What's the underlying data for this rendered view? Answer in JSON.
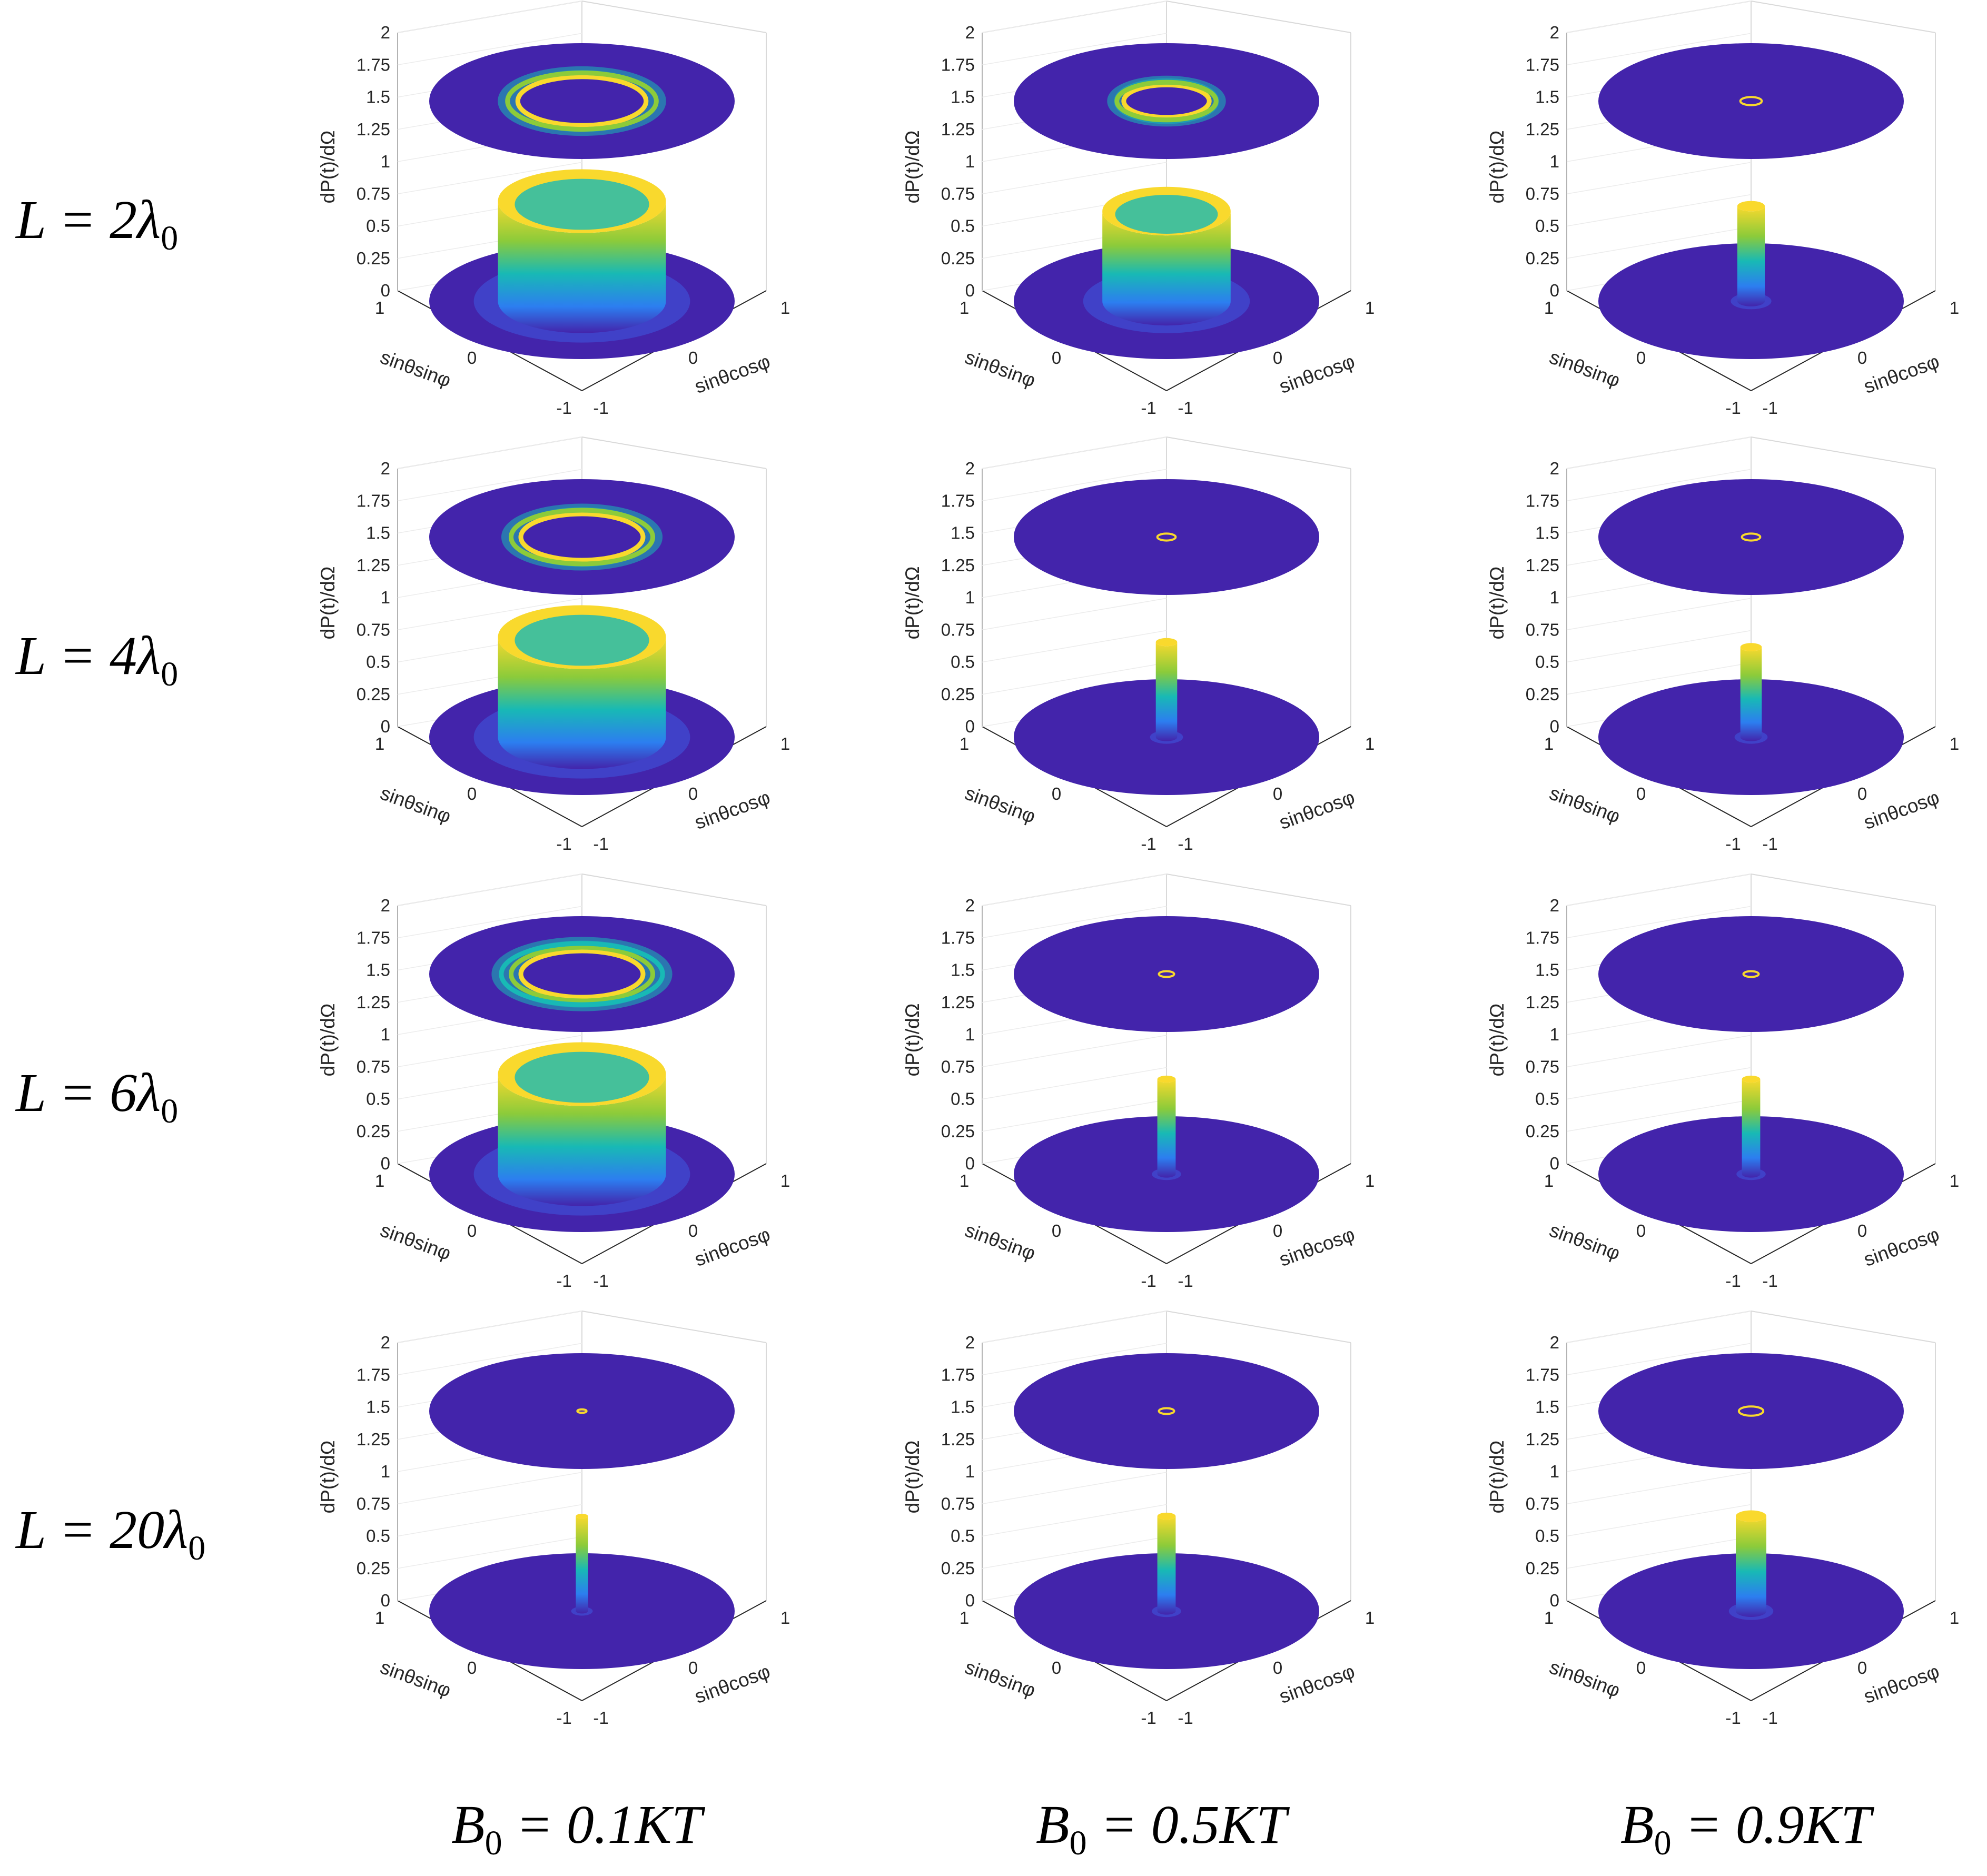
{
  "chart_data": {
    "type": "surface3d",
    "colormap": "parula",
    "xlabel": "sinθcosφ",
    "ylabel": "sinθsinφ",
    "zlabel": "dP(t)/dΩ",
    "zlim": [
      0,
      2
    ],
    "z_ticks": [
      "0",
      "0.25",
      "0.5",
      "0.75",
      "1",
      "1.25",
      "1.5",
      "1.75",
      "2"
    ],
    "x_ticks": [
      "-1",
      "0",
      "1"
    ],
    "y_ticks": [
      "-1",
      "0",
      "1"
    ],
    "grid": true,
    "rows": [
      {
        "label_main": "L = 2λ",
        "label_sub": "0"
      },
      {
        "label_main": "L = 4λ",
        "label_sub": "0"
      },
      {
        "label_main": "L = 6λ",
        "label_sub": "0"
      },
      {
        "label_main": "L = 20λ",
        "label_sub": "0"
      }
    ],
    "columns": [
      {
        "label_main": "B",
        "label_sub": "0",
        "label_rest": " = 0.1KT"
      },
      {
        "label_main": "B",
        "label_sub": "0",
        "label_rest": " = 0.5KT"
      },
      {
        "label_main": "B",
        "label_sub": "0",
        "label_rest": " = 0.9KT"
      }
    ],
    "panels": [
      {
        "row": 0,
        "col": 0,
        "ring_radius": 0.42,
        "peak_radius": 0.55,
        "peak_height": 1.0,
        "rings": 2
      },
      {
        "row": 0,
        "col": 1,
        "ring_radius": 0.28,
        "peak_radius": 0.42,
        "peak_height": 0.9,
        "rings": 2
      },
      {
        "row": 0,
        "col": 2,
        "ring_radius": 0.07,
        "peak_radius": 0.09,
        "peak_height": 0.95,
        "rings": 1
      },
      {
        "row": 1,
        "col": 0,
        "ring_radius": 0.4,
        "peak_radius": 0.55,
        "peak_height": 1.0,
        "rings": 2
      },
      {
        "row": 1,
        "col": 1,
        "ring_radius": 0.06,
        "peak_radius": 0.07,
        "peak_height": 0.95,
        "rings": 1
      },
      {
        "row": 1,
        "col": 2,
        "ring_radius": 0.06,
        "peak_radius": 0.07,
        "peak_height": 0.9,
        "rings": 1
      },
      {
        "row": 2,
        "col": 0,
        "ring_radius": 0.4,
        "peak_radius": 0.55,
        "peak_height": 1.0,
        "rings": 3
      },
      {
        "row": 2,
        "col": 1,
        "ring_radius": 0.05,
        "peak_radius": 0.06,
        "peak_height": 0.95,
        "rings": 1
      },
      {
        "row": 2,
        "col": 2,
        "ring_radius": 0.05,
        "peak_radius": 0.06,
        "peak_height": 0.95,
        "rings": 1
      },
      {
        "row": 3,
        "col": 0,
        "ring_radius": 0.03,
        "peak_radius": 0.04,
        "peak_height": 0.95,
        "rings": 1
      },
      {
        "row": 3,
        "col": 1,
        "ring_radius": 0.05,
        "peak_radius": 0.06,
        "peak_height": 0.95,
        "rings": 1
      },
      {
        "row": 3,
        "col": 2,
        "ring_radius": 0.08,
        "peak_radius": 0.1,
        "peak_height": 0.95,
        "rings": 1
      }
    ],
    "colors": {
      "floor": "#4324ab",
      "low": "#2c7ef0",
      "mid": "#18b9b5",
      "high": "#8ccb3a",
      "top": "#f9d92d"
    }
  }
}
